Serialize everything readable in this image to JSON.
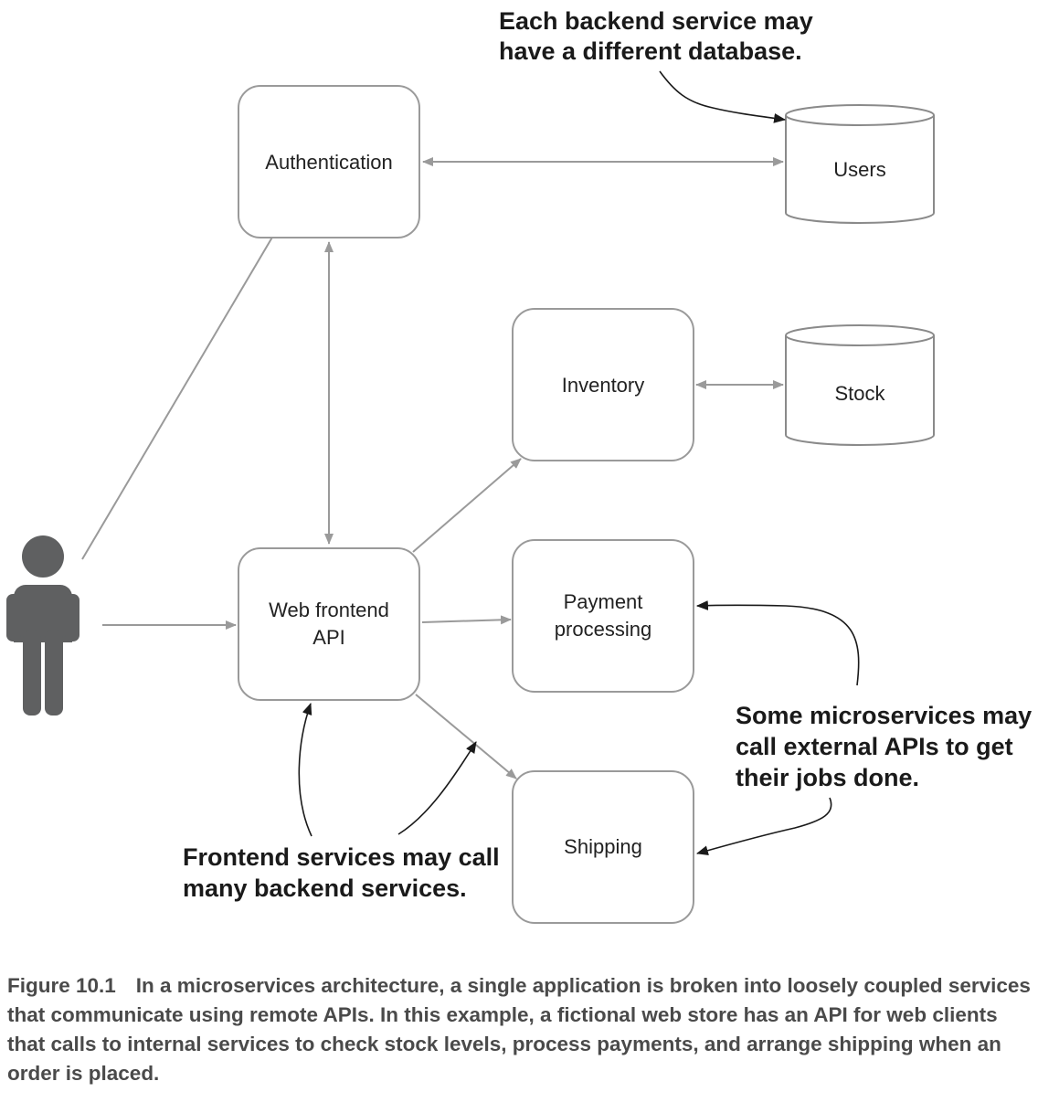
{
  "nodes": {
    "authentication": "Authentication",
    "users": "Users",
    "inventory": "Inventory",
    "stock": "Stock",
    "web_frontend": [
      "Web frontend",
      "API"
    ],
    "payment": [
      "Payment",
      "processing"
    ],
    "shipping": "Shipping"
  },
  "callouts": {
    "database": [
      "Each backend service may",
      "have a different database."
    ],
    "external": [
      "Some microservices may",
      "call external APIs to get",
      "their jobs done."
    ],
    "frontend": [
      "Frontend services may call",
      "many backend services."
    ]
  },
  "caption": {
    "label": "Figure 10.1",
    "text": "In a microservices architecture, a single application is broken into loosely coupled services that communicate using remote APIs. In this example, a fictional web store has an API for web clients that calls to internal services to check stock levels, process payments, and arrange shipping when an order is placed."
  },
  "colors": {
    "box_stroke": "#9a9a9a",
    "user_icon": "#5f6061",
    "caption_text": "#4a4a4a"
  },
  "icons": {
    "user": "person-icon"
  }
}
